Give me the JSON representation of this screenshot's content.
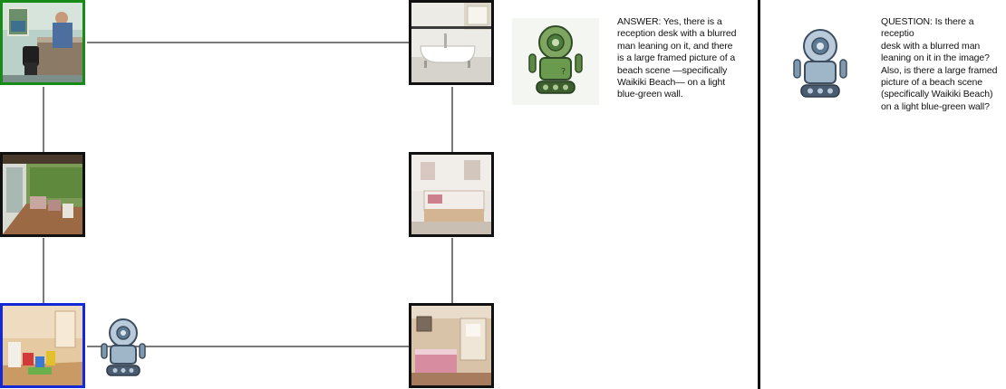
{
  "graph": {
    "nodes": [
      {
        "id": "top-left",
        "scene": "office reception",
        "highlight": "green"
      },
      {
        "id": "top-right",
        "scene": "bathroom",
        "highlight": "none"
      },
      {
        "id": "mid-left",
        "scene": "covered deck patio",
        "highlight": "none"
      },
      {
        "id": "mid-right",
        "scene": "bedroom",
        "highlight": "none"
      },
      {
        "id": "bottom-left",
        "scene": "playroom",
        "highlight": "blue"
      },
      {
        "id": "bottom-right",
        "scene": "pink bedroom",
        "highlight": "none"
      }
    ],
    "agent_location": "bottom-left"
  },
  "dialog": {
    "answer": "ANSWER: Yes, there is a\nreception desk with a blurred\nman leaning on it, and there\nis a large framed picture of a\nbeach scene —specifically\nWaikiki Beach— on a light\nblue-green wall.",
    "question": "QUESTION: Is there a receptio\ndesk with a blurred man\nleaning on it in the image?\nAlso, is there a large framed\npicture of a beach scene\n(specifically Waikiki Beach)\non a light blue-green wall?"
  },
  "colors": {
    "green_highlight": "#178a17",
    "blue_highlight": "#1428d8",
    "answer_robot": "#6a9a4e",
    "question_robot": "#9fb6c8"
  }
}
